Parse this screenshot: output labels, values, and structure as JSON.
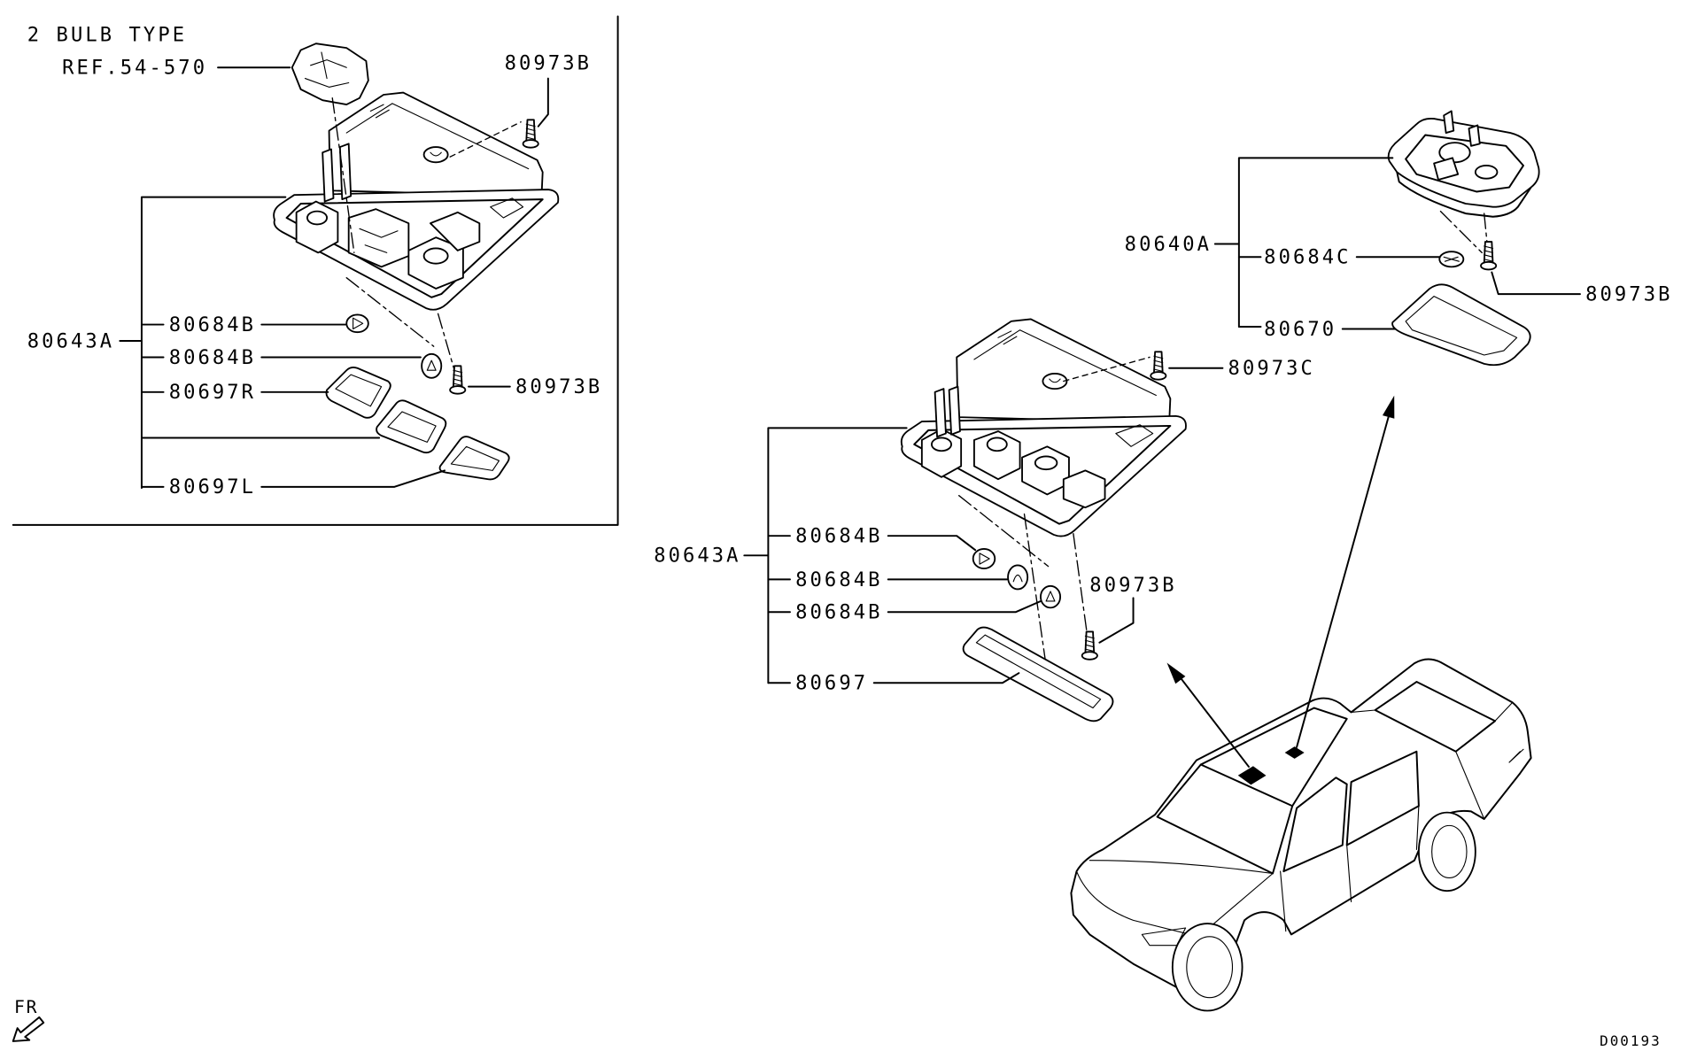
{
  "inset": {
    "title": "2 BULB TYPE",
    "ref": "REF.54-570",
    "screw_top": "80973B",
    "assembly": "80643A",
    "bulb_1": "80684B",
    "bulb_2": "80684B",
    "lens_r": "80697R",
    "lens_l": "80697L",
    "screw": "80973B"
  },
  "center": {
    "screw_top": "80973C",
    "assembly": "80643A",
    "bulb_1": "80684B",
    "bulb_2": "80684B",
    "bulb_3": "80684B",
    "lens": "80697",
    "screw": "80973B"
  },
  "right": {
    "assembly": "80640A",
    "bulb": "80684C",
    "lens": "80670",
    "screw": "80973B"
  },
  "direction": "FR",
  "diagram_id": "D00193",
  "colors": {
    "line": "#000000",
    "background": "#ffffff"
  }
}
